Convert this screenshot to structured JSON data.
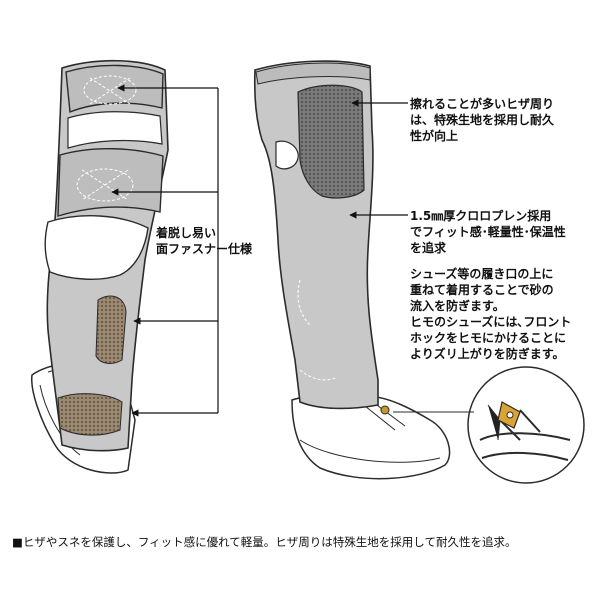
{
  "labels": {
    "zipper": [
      "着脱し易い",
      "面ファスナー仕様"
    ],
    "knee": [
      "擦れることが多いヒザ周り",
      "は、特殊生地を採用し耐久",
      "性が向上"
    ],
    "neoprene": [
      "1.5㎜厚クロロプレン採用",
      "でフィット感･軽量性･保温性",
      "を追求"
    ],
    "shoes": [
      "シューズ等の履き口の上に",
      "重ねて着用することで砂の",
      "流入を防ぎます。",
      "ヒモのシューズには､フロント",
      "ホックをヒモにかけることに",
      "よりズリ上がりを防ぎます。"
    ]
  },
  "caption": "■ヒザやスネを保護し、フィット感に優れて軽量。ヒザ周りは特殊生地を採用して耐久性を追求。",
  "colors": {
    "fabric": "#c8c8c8",
    "fabric_dark": "#8c8c8c",
    "outline": "#2b2b2b",
    "mesh": "#8a7a62",
    "mesh_gray": "#6f6f6f"
  }
}
